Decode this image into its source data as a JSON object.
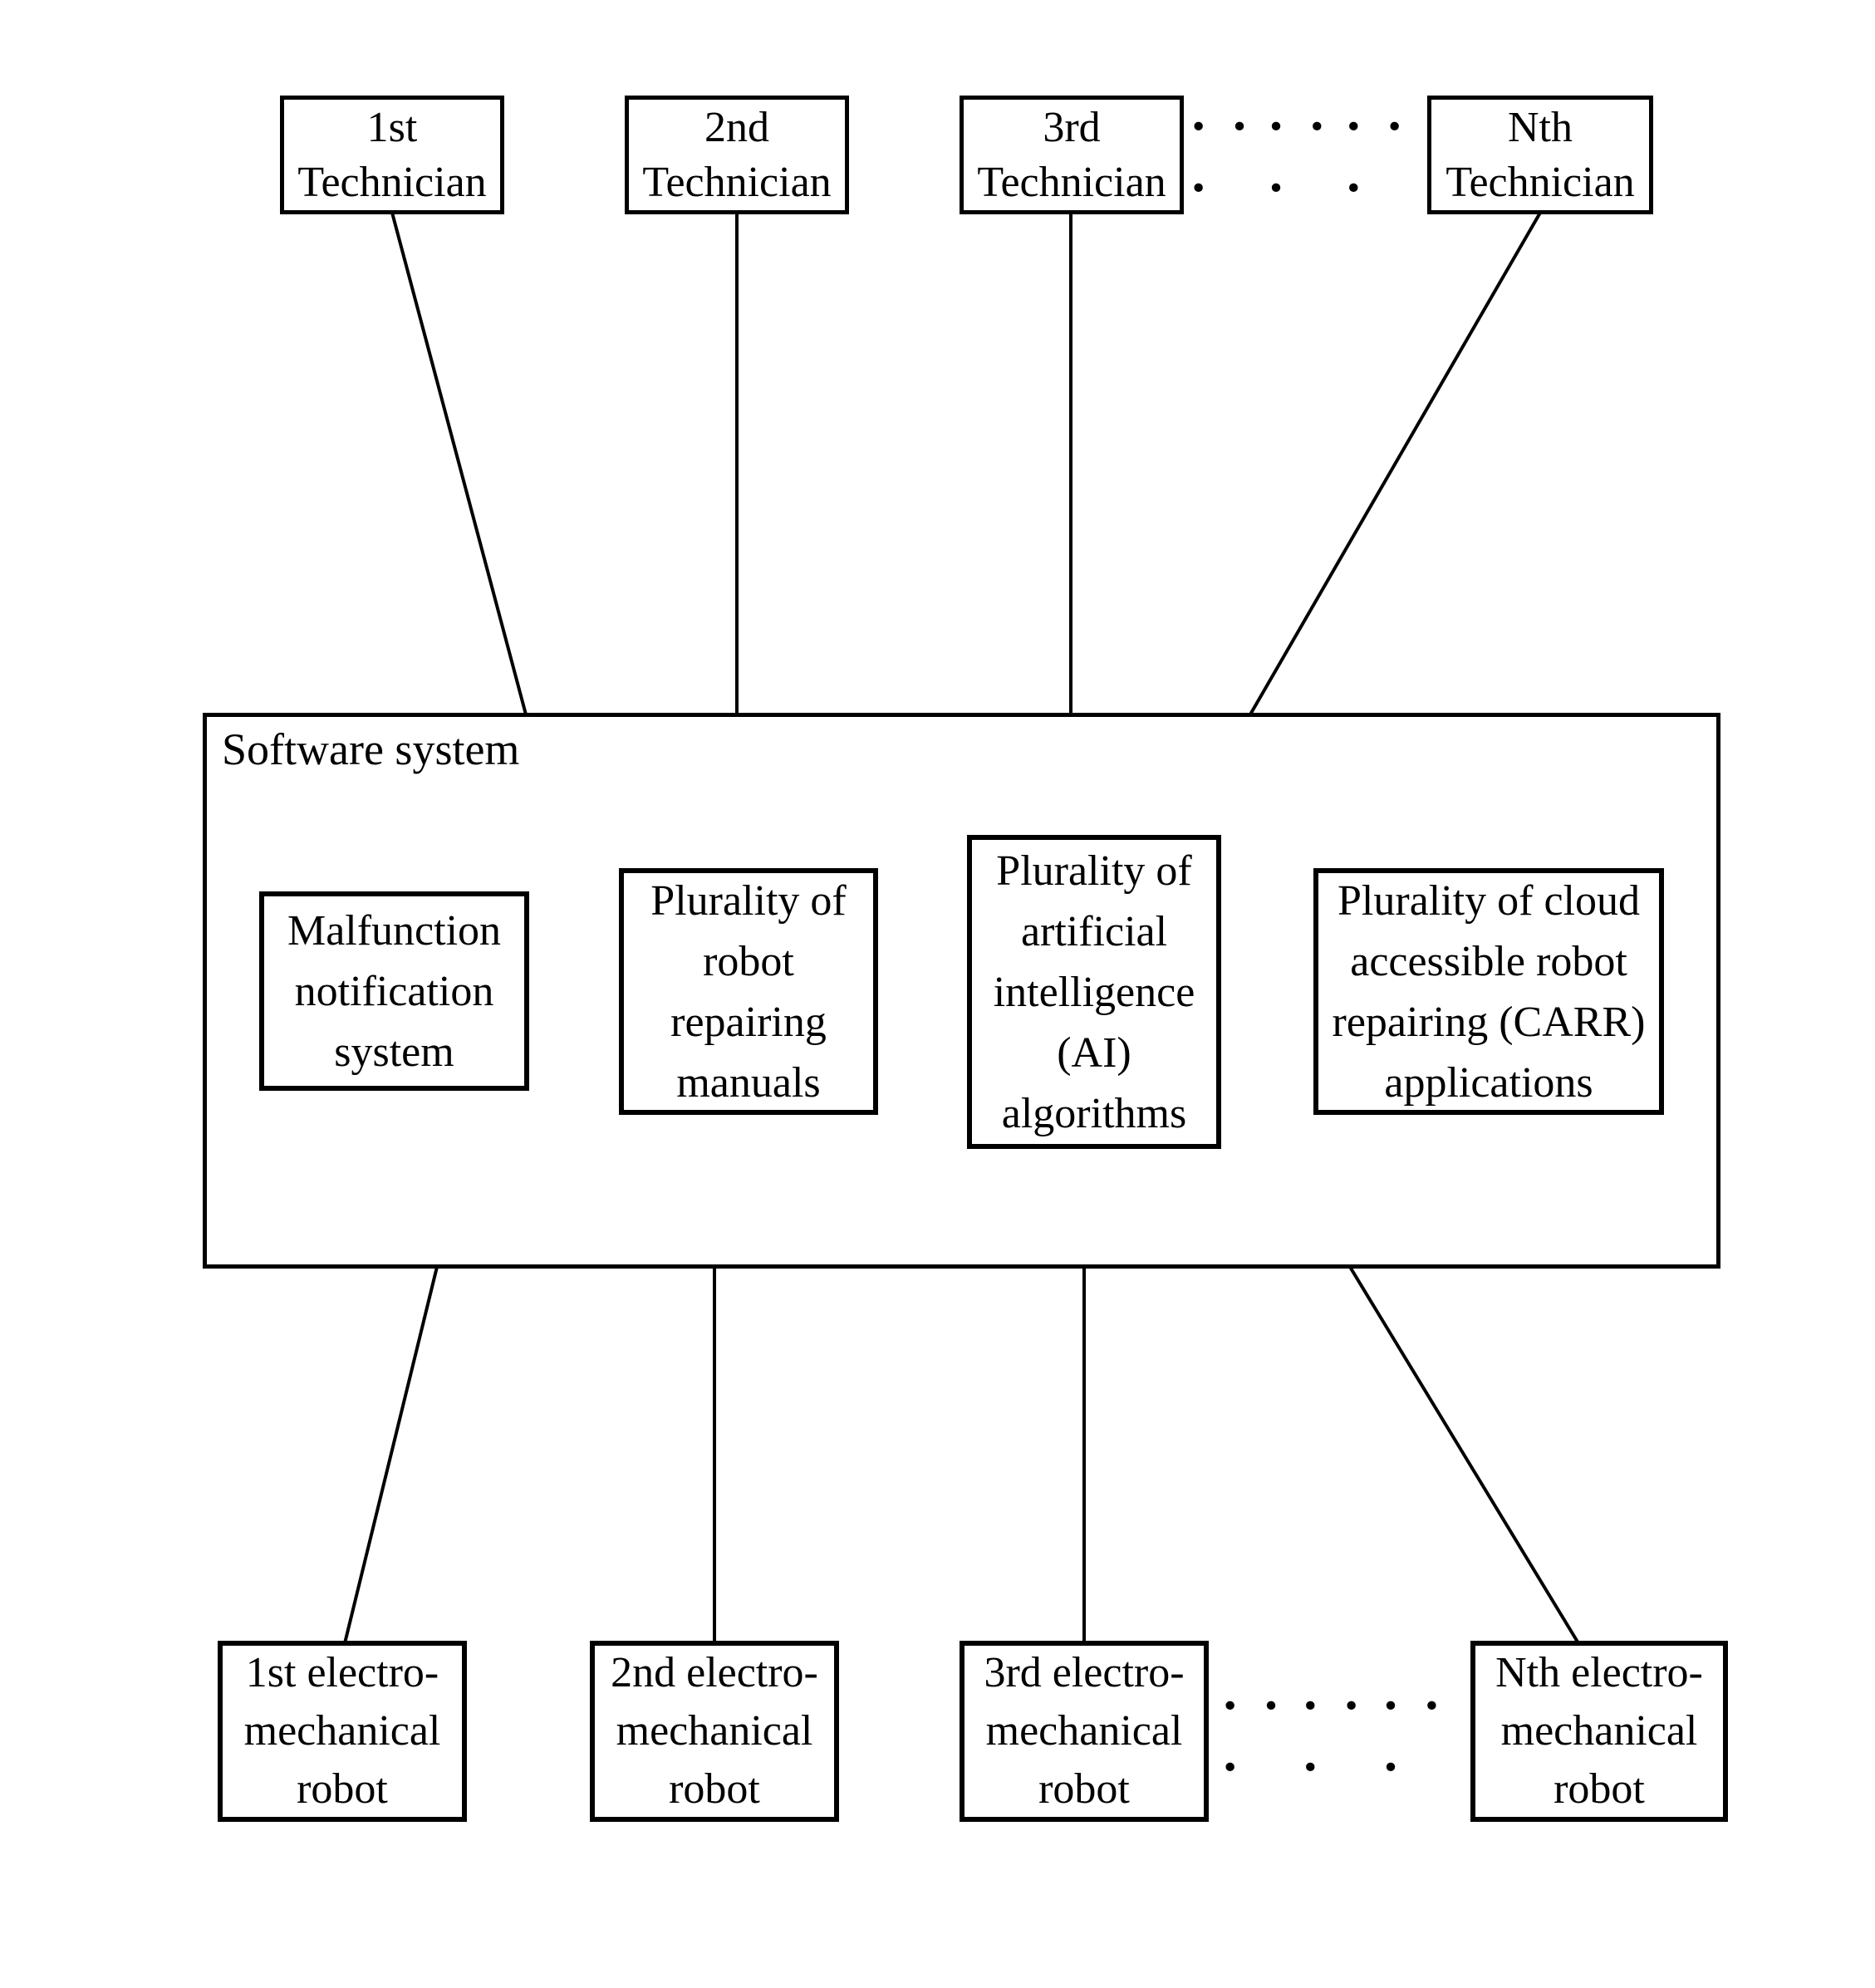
{
  "colors": {
    "background": "#ffffff",
    "ink": "#000000"
  },
  "top_row": {
    "boxes": [
      {
        "name": "technician-1",
        "lines": [
          "1st",
          "Technician"
        ]
      },
      {
        "name": "technician-2",
        "lines": [
          "2nd",
          "Technician"
        ]
      },
      {
        "name": "technician-3",
        "lines": [
          "3rd",
          "Technician"
        ]
      },
      {
        "name": "technician-n",
        "lines": [
          "Nth",
          "Technician"
        ]
      }
    ],
    "ellipsis": [
      "· · ·",
      "· · ·",
      "· · ·"
    ]
  },
  "software_system": {
    "label": "Software system",
    "modules": [
      {
        "name": "malfunction-notification-system",
        "lines": [
          "Malfunction",
          "notification",
          "system"
        ]
      },
      {
        "name": "robot-repairing-manuals",
        "lines": [
          "Plurality of",
          "robot",
          "repairing",
          "manuals"
        ]
      },
      {
        "name": "ai-algorithms",
        "lines": [
          "Plurality of",
          "artificial",
          "intelligence",
          "(AI)",
          "algorithms"
        ]
      },
      {
        "name": "carr-applications",
        "lines": [
          "Plurality of cloud",
          "accessible robot",
          "repairing (CARR)",
          "applications"
        ]
      }
    ]
  },
  "bottom_row": {
    "boxes": [
      {
        "name": "robot-1",
        "lines": [
          "1st electro-",
          "mechanical",
          "robot"
        ]
      },
      {
        "name": "robot-2",
        "lines": [
          "2nd electro-",
          "mechanical",
          "robot"
        ]
      },
      {
        "name": "robot-3",
        "lines": [
          "3rd electro-",
          "mechanical",
          "robot"
        ]
      },
      {
        "name": "robot-n",
        "lines": [
          "Nth electro-",
          "mechanical",
          "robot"
        ]
      }
    ],
    "ellipsis": [
      "· · ·",
      "· · ·",
      "· · ·"
    ]
  }
}
